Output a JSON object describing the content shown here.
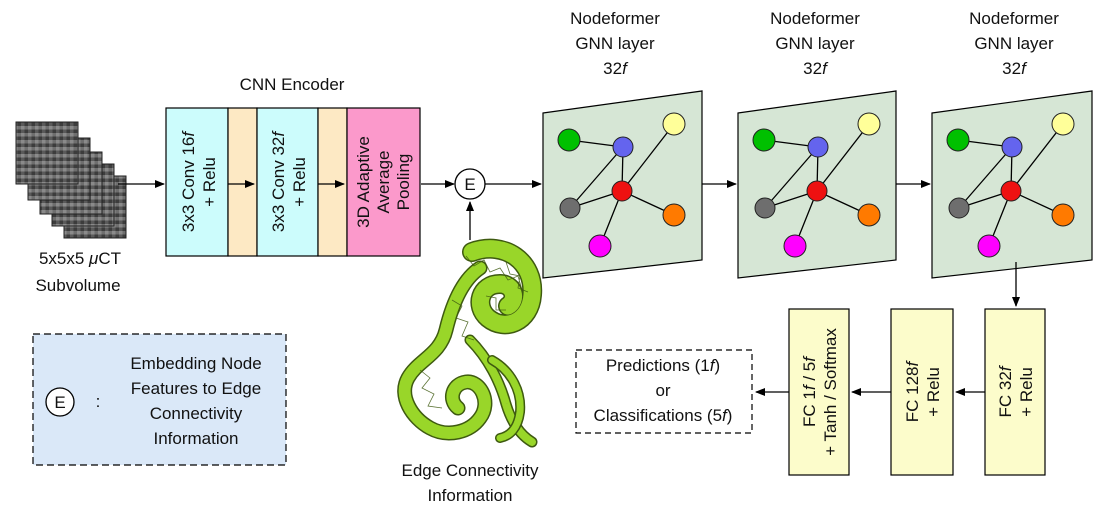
{
  "input": {
    "label_line1_prefix": "5x5x5 ",
    "label_line1_mu": "μ",
    "label_line1_suffix": "CT",
    "label_line2": "Subvolume"
  },
  "cnn_encoder": {
    "title": "CNN Encoder",
    "conv1": {
      "line1_prefix": "3x3 Conv 16",
      "line1_italic": "f",
      "line2": "+ Relu"
    },
    "conv2": {
      "line1_prefix": "3x3 Conv 32",
      "line1_italic": "f",
      "line2": "+ Relu"
    },
    "pooling": {
      "line1": "3D Adaptive",
      "line2": "Average",
      "line3": "Pooling"
    }
  },
  "embed_symbol": "E",
  "mesh_label": {
    "line1": "Edge Connectivity",
    "line2": "Information"
  },
  "gnn_layers": [
    {
      "title1": "Nodeformer",
      "title2": "GNN layer",
      "dim_prefix": "32",
      "dim_italic": "f"
    },
    {
      "title1": "Nodeformer",
      "title2": "GNN layer",
      "dim_prefix": "32",
      "dim_italic": "f"
    },
    {
      "title1": "Nodeformer",
      "title2": "GNN layer",
      "dim_prefix": "32",
      "dim_italic": "f"
    }
  ],
  "fc_layers": [
    {
      "line1_prefix": "FC 32",
      "line1_italic": "f",
      "line2": "+ Relu"
    },
    {
      "line1_prefix": "FC 128",
      "line1_italic": "f",
      "line2": "+ Relu"
    },
    {
      "line1_prefix": "FC 1",
      "line1_italic1": "f",
      "line1_mid": " / 5",
      "line1_italic2": "f",
      "line2": "+ Tanh / Softmax"
    }
  ],
  "output": {
    "line1_prefix": "Predictions (1",
    "line1_italic": "f",
    "line1_suffix": ")",
    "line2": "or",
    "line3_prefix": "Classifications (5",
    "line3_italic": "f",
    "line3_suffix": ")"
  },
  "legend": {
    "symbol": "E",
    "colon": ":",
    "line1": "Embedding Node",
    "line2": "Features to Edge",
    "line3": "Connectivity",
    "line4": "Information"
  },
  "colors": {
    "conv_fill": "#ccfcfc",
    "sep_fill": "#fde9c4",
    "pool_fill": "#fb99cb",
    "gnn_fill": "#d6e6d5",
    "fc_fill": "#fcfccb",
    "legend_fill": "#dae8f8",
    "mesh_fill": "#99d629",
    "node_green": "#00c000",
    "node_blue": "#6464ee",
    "node_yellow": "#ffff99",
    "node_red": "#ee1111",
    "node_gray": "#6e6e6e",
    "node_orange": "#ff7a00",
    "node_magenta": "#ff00ff"
  }
}
